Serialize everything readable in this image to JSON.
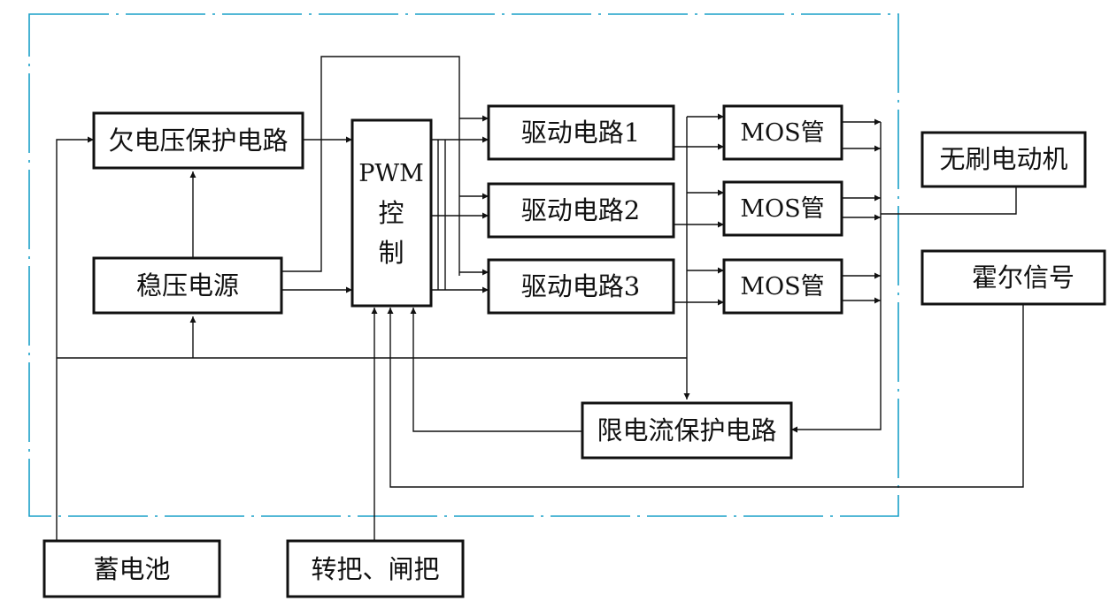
{
  "colors": {
    "frame": "#1aa0c8",
    "ink": "#111111",
    "background": "#ffffff"
  },
  "blocks": {
    "undervoltage_protection": "欠电压保护电路",
    "voltage_regulator": "稳压电源",
    "pwm_line1": "PWM",
    "pwm_line2": "控",
    "pwm_line3": "制",
    "driver_1": "驱动电路1",
    "driver_2": "驱动电路2",
    "driver_3": "驱动电路3",
    "mos_1": "MOS管",
    "mos_2": "MOS管",
    "mos_3": "MOS管",
    "brushless_motor": "无刷电动机",
    "hall_signal": "霍尔信号",
    "current_limit_protection": "限电流保护电路",
    "battery": "蓄电池",
    "throttle_brake": "转把、闸把"
  }
}
